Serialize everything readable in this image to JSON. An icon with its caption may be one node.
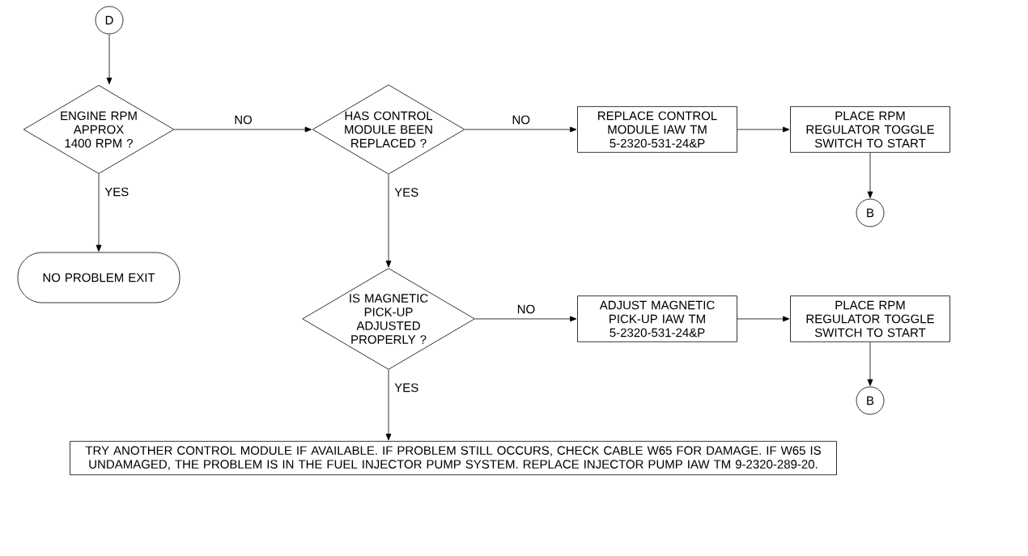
{
  "diagram": {
    "nodes": [
      {
        "text": [
          "D"
        ]
      },
      {
        "text": [
          "ENGINE RPM APPROX 1400 RPM ?"
        ]
      },
      {
        "text": [
          "HAS CONTROL MODULE BEEN REPLACED ?"
        ]
      },
      {
        "text": [
          "REPLACE CONTROL MODULE IAW TM 5-2320-531-24&P"
        ]
      },
      {
        "text": [
          "PLACE RPM REGULATOR TOGGLE SWITCH TO START"
        ]
      },
      {
        "text": [
          "B"
        ]
      },
      {
        "text": [
          "NO PROBLEM EXIT"
        ]
      },
      {
        "text": [
          "IS MAGNETIC PICK-UP ADJUSTED PROPERLY ?"
        ]
      },
      {
        "text": [
          "ADJUST MAGNETIC PICK-UP IAW TM 5-2320-531-24&P"
        ]
      },
      {
        "text": [
          "PLACE RPM REGULATOR TOGGLE SWITCH TO START"
        ]
      },
      {
        "text": [
          "B"
        ]
      },
      {
        "text": [
          "TRY ANOTHER CONTROL MODULE IF AVAILABLE. IF PROBLEM STILL OCCURS, CHECK CABLE W65 FOR DAMAGE. IF W65 IS UNDAMAGED, THE PROBLEM IS IN THE FUEL INJECTOR PUMP SYSTEM. REPLACE INJECTOR PUMP IAW TM 9-2320-289-20."
        ]
      }
    ],
    "edges": [
      {
        "from": 0,
        "to": 1,
        "arrow": "to"
      },
      {
        "from": 1,
        "to": 2,
        "arrow": "to",
        "label": "NO"
      },
      {
        "from": 2,
        "to": 3,
        "arrow": "to",
        "label": "NO"
      },
      {
        "from": 3,
        "to": 4,
        "arrow": "to"
      },
      {
        "from": 4,
        "to": 5,
        "arrow": "to"
      },
      {
        "from": 1,
        "to": 6,
        "arrow": "to",
        "label": "YES"
      },
      {
        "from": 2,
        "to": 7,
        "arrow": "to",
        "label": "YES"
      },
      {
        "from": 7,
        "to": 8,
        "arrow": "to",
        "label": "NO"
      },
      {
        "from": 8,
        "to": 9,
        "arrow": "to"
      },
      {
        "from": 9,
        "to": 10,
        "arrow": "to"
      },
      {
        "from": 7,
        "to": 11,
        "arrow": "to",
        "label": "YES"
      }
    ]
  }
}
